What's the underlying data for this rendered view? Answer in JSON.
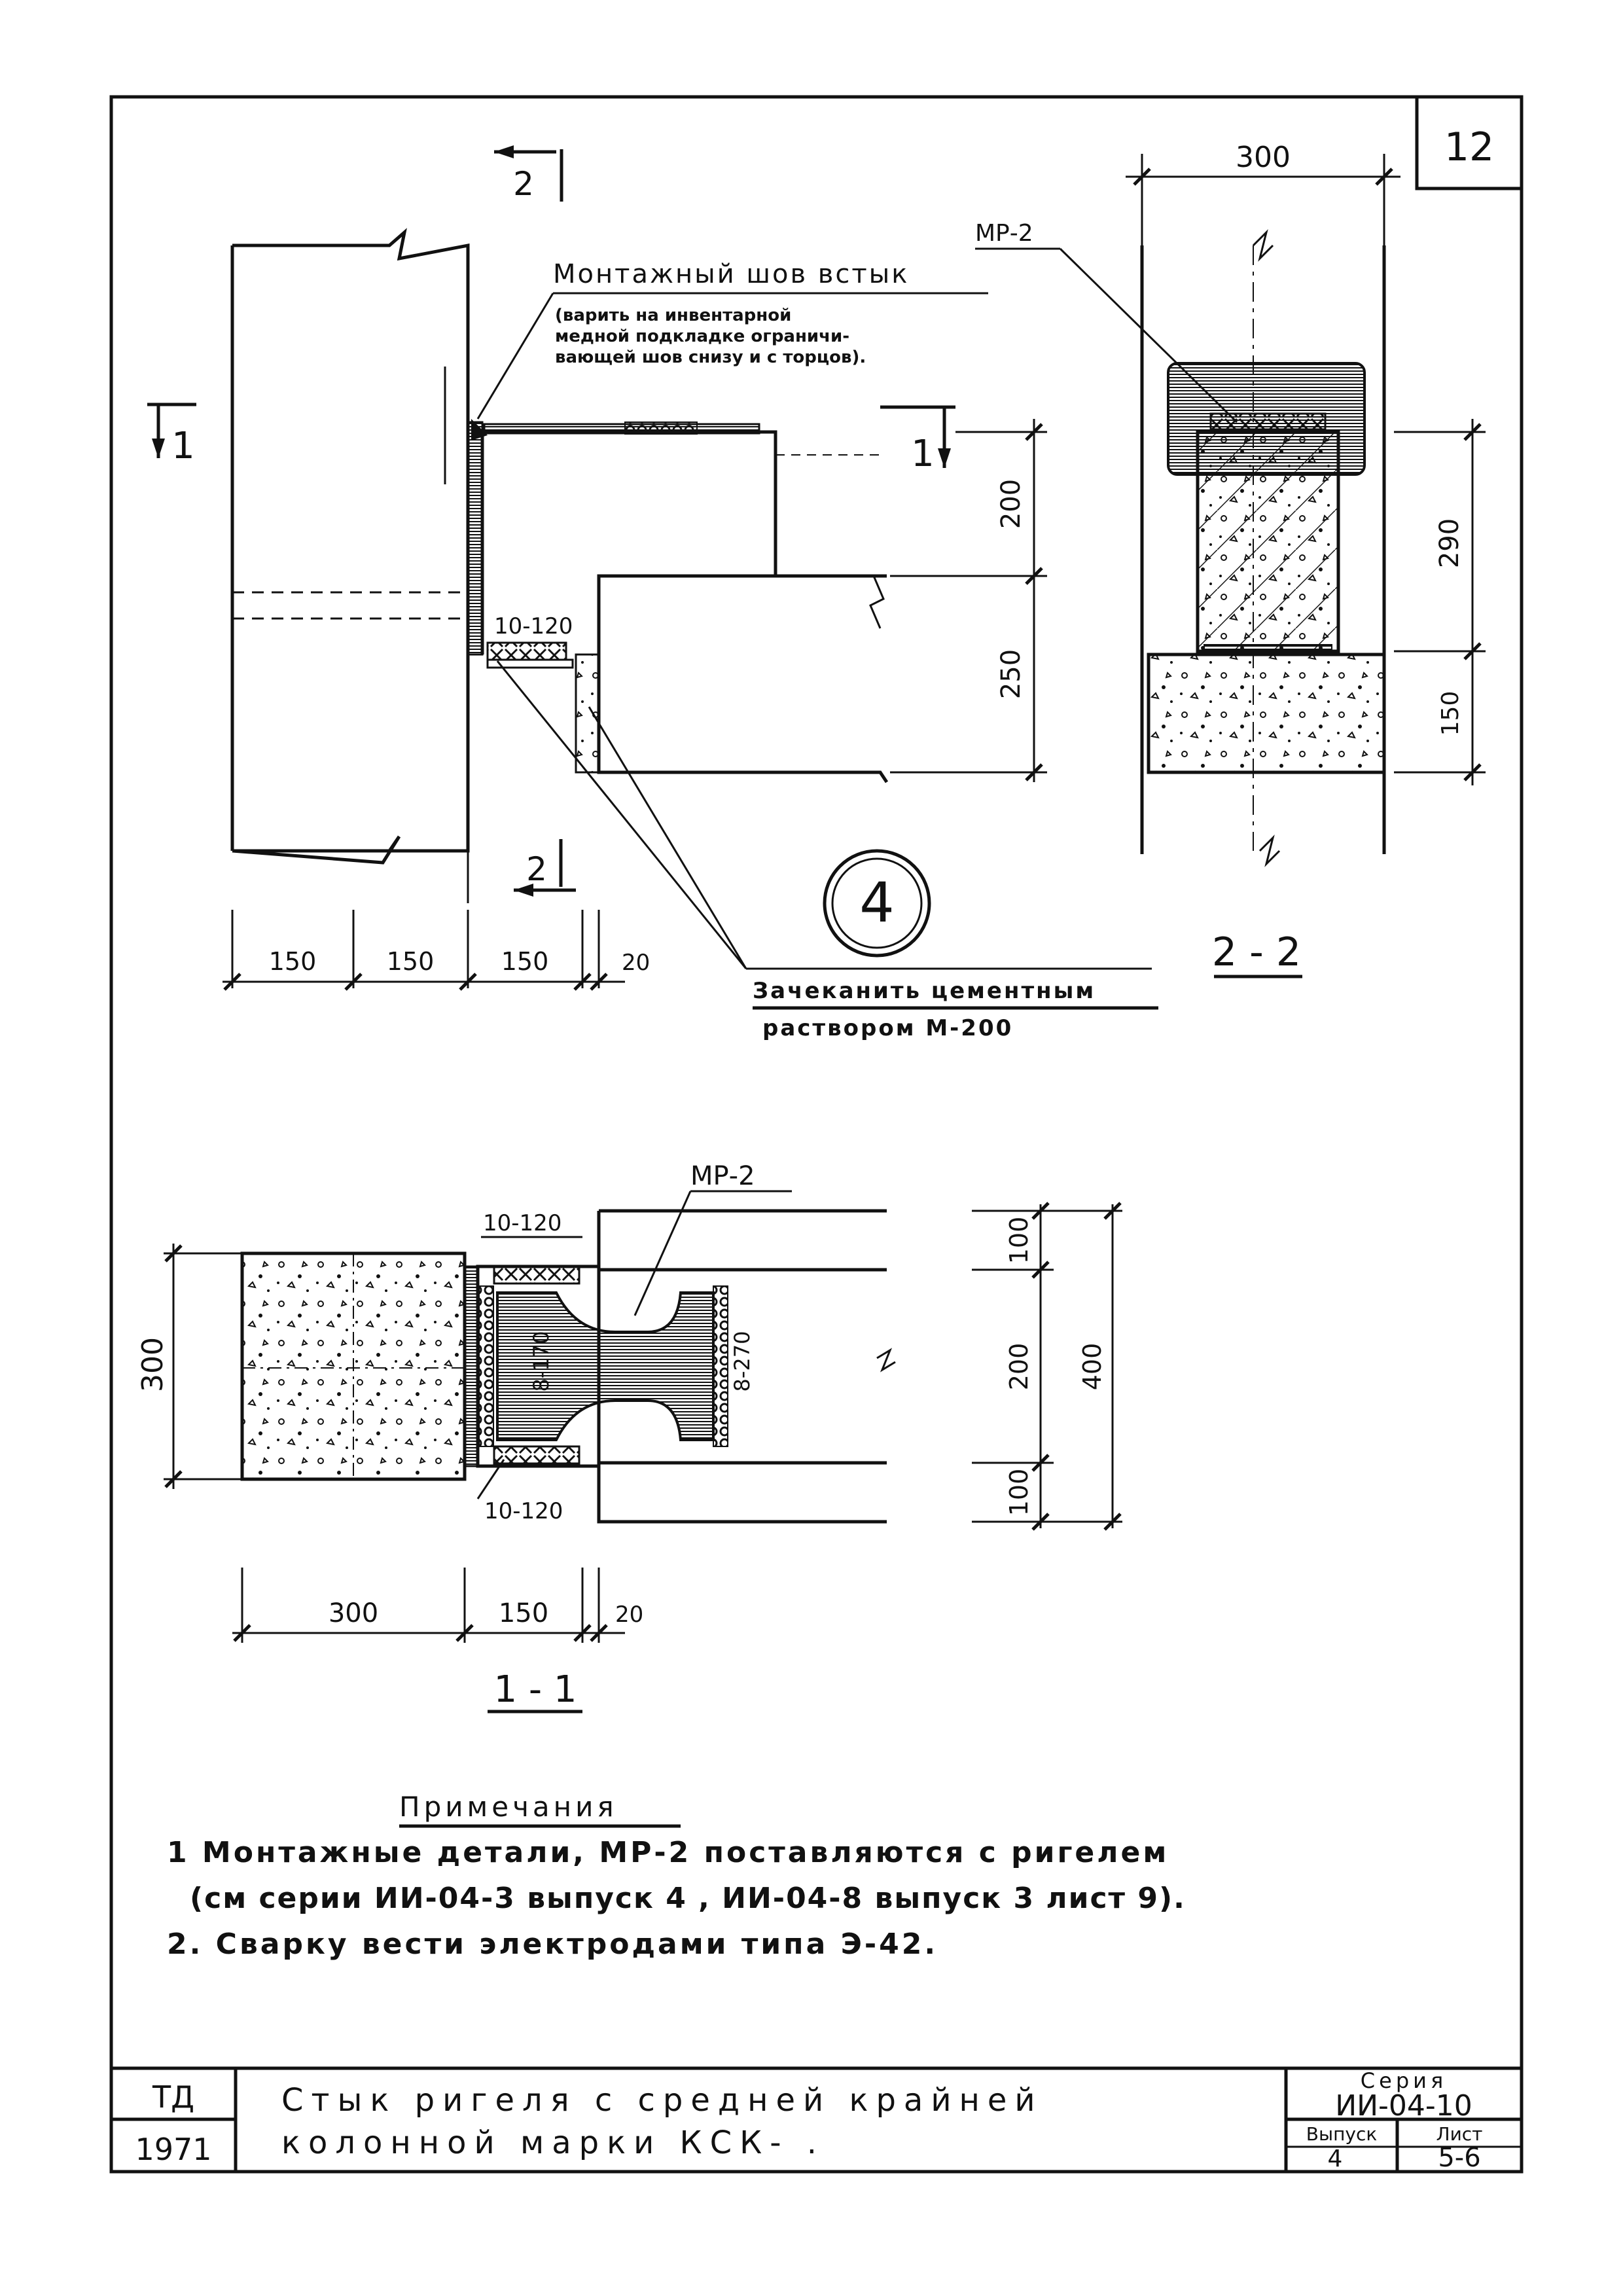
{
  "sheet_number": "12",
  "section_marks": {
    "two_top": "2",
    "two_bottom": "2",
    "one_left": "1",
    "one_right": "1"
  },
  "labels": {
    "weld_title": "Монтажный шов встык",
    "weld_note_line1": "(варить на инвентарной",
    "weld_note_line2": "медной подкладке ограничи-",
    "weld_note_line3": "вающей шов снизу и с торцов).",
    "grout_line1": "Зачеканить цементным",
    "grout_line2": "раствором М-200",
    "mr2_top": "МР-2",
    "mr2_plan": "МР-2",
    "weld_10_120_elev": "10-120",
    "weld_10_120_plan_top": "10-120",
    "weld_10_120_plan_bottom": "10-120",
    "weld_8_170": "8-170",
    "weld_8_270": "8-270",
    "node_number": "4",
    "section_22": "2 - 2",
    "section_11": "1 - 1"
  },
  "dimensions": {
    "elev_bottom": [
      "150",
      "150",
      "150",
      "20"
    ],
    "elev_right": [
      "200",
      "250"
    ],
    "s22_top": "300",
    "s22_right": [
      "290",
      "150"
    ],
    "plan_left": "300",
    "plan_right": [
      "100",
      "200",
      "100"
    ],
    "plan_right_total": "400",
    "plan_bottom": [
      "300",
      "150",
      "20"
    ]
  },
  "notes": {
    "title": "Примечания",
    "line1": "1 Монтажные детали, МР-2 поставляются с ригелем",
    "line2": "(см серии ИИ-04-3 выпуск 4 , ИИ-04-8 выпуск 3 лист 9).",
    "line3": "2. Сварку вести электродами типа Э-42."
  },
  "title_block": {
    "org": "ТД",
    "year": "1971",
    "title_line1": "Стык ригеля с средней крайней",
    "title_line2": "колонной марки КСК- .",
    "series_label": "Серия",
    "series_value": "ИИ-04-10",
    "issue_label": "Выпуск",
    "issue_value": "4",
    "sheet_label": "Лист",
    "sheet_value": "5-6"
  }
}
